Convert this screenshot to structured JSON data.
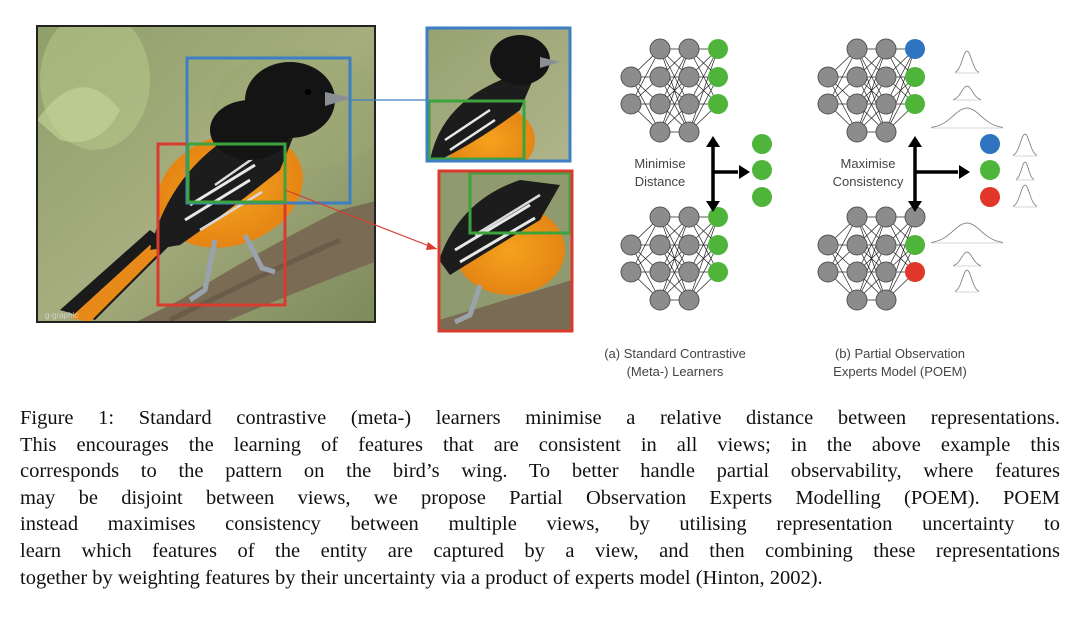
{
  "figure": {
    "photo_watermark": "g-graphic",
    "panel_a": {
      "middle_label": [
        "Minimise",
        "Distance"
      ],
      "caption": [
        "(a) Standard Contrastive",
        "(Meta-) Learners"
      ]
    },
    "panel_b": {
      "middle_label": [
        "Maximise",
        "Consistency"
      ],
      "caption": [
        "(b) Partial Observation",
        "Experts Model (POEM)"
      ]
    },
    "colors": {
      "blue_box": "#3d7fc2",
      "green_box": "#3da33d",
      "red_box": "#d93b2e",
      "node_gray": "#8c8c8c",
      "node_green": "#4fb53a",
      "node_blue": "#2f74c0",
      "node_red": "#e0372a"
    }
  },
  "caption": {
    "lines": [
      "Figure 1: Standard contrastive (meta-) learners minimise a relative distance between representations.",
      "This encourages the learning of features that are consistent in all views; in the above example this",
      "corresponds to the pattern on the bird’s wing. To better handle partial observability, where features",
      "may be disjoint between views, we propose Partial Observation Experts Modelling (POEM). POEM",
      "instead maximises consistency between multiple views, by utilising representation uncertainty to",
      "learn which features of the entity are captured by a view, and then combining these representations",
      "together by weighting features by their uncertainty via a product of experts model (Hinton, 2002)."
    ]
  }
}
